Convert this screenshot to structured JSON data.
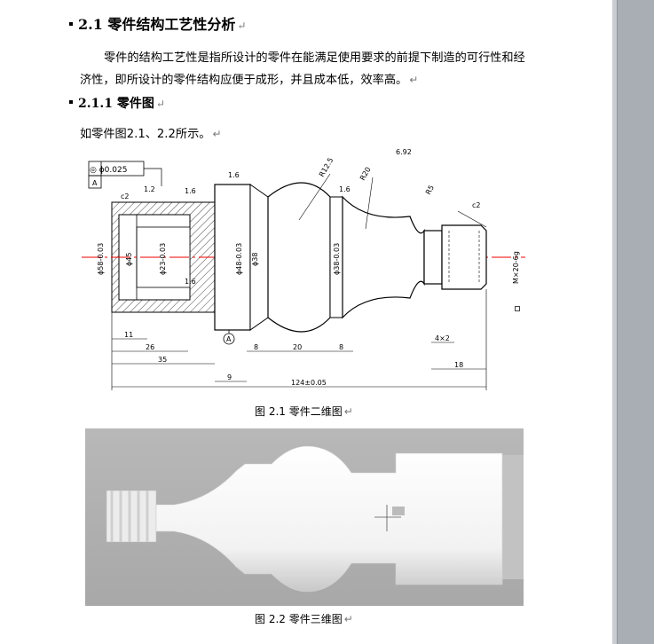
{
  "document": {
    "heading_1": "2.1 零件结构工艺性分析",
    "paragraph_1": "零件的结构工艺性是指所设计的零件在能满足使用要求的前提下制造的可行性和经济性，即所设计的零件结构应便于成形，并且成本低，效率高。",
    "heading_2": "2.1.1 零件图",
    "paragraph_2": "如零件图2.1、2.2所示。",
    "paragraph_mark": "↵",
    "figure_1_caption": "图 2.1  零件二维图",
    "figure_2_caption": "图 2.2  零件三维图"
  },
  "drawing_labels": {
    "tolerance_frame": "◎ ϕ0.025",
    "datum_a": "A",
    "chamfer_left": "c2",
    "chamfer_right": "c2",
    "dim_1_2": "1.2",
    "roughness": "1.6",
    "radius_1": "R12.5",
    "radius_2": "R20",
    "radius_3": "R5",
    "dim_6_92": "6.92",
    "dia_58": "ϕ58-0.03",
    "dia_45": "ϕ45",
    "dia_23": "ϕ23-0.03",
    "dia_48": "ϕ48-0.03",
    "dia_38a": "ϕ38",
    "dia_38b": "ϕ38-0.03",
    "thread": "M×20-6g",
    "dim_11": "11",
    "dim_26": "26",
    "dim_35": "35",
    "dim_9": "9",
    "dim_8a": "8",
    "dim_20": "20",
    "dim_8b": "8",
    "dim_4x2": "4×2",
    "dim_18": "18",
    "dim_total": "124±0.05",
    "datum_marker": "A"
  }
}
